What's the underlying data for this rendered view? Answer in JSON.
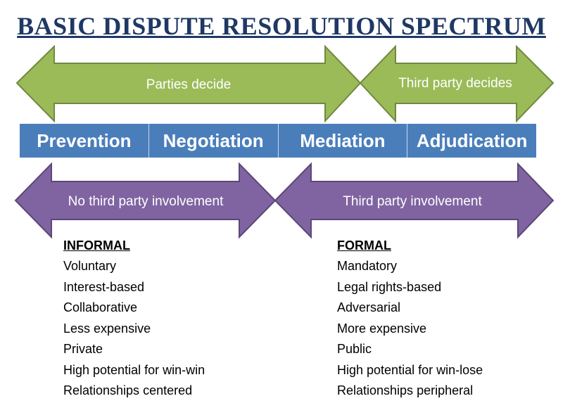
{
  "title": "BASIC DISPUTE RESOLUTION SPECTRUM",
  "top_arrows": {
    "parties": "Parties decide",
    "third_party": "Third party decides"
  },
  "spectrum": [
    "Prevention",
    "Negotiation",
    "Mediation",
    "Adjudication"
  ],
  "bottom_arrows": {
    "no_third_party": "No third party involvement",
    "third_party": "Third party involvement"
  },
  "informal": {
    "heading": "INFORMAL",
    "items": [
      "Voluntary",
      "Interest-based",
      "Collaborative",
      "Less expensive",
      "Private",
      "High potential for win-win",
      "Relationships centered"
    ]
  },
  "formal": {
    "heading": "FORMAL",
    "items": [
      "Mandatory",
      "Legal rights-based",
      "Adversarial",
      "More expensive",
      "Public",
      "High potential for win-lose",
      "Relationships peripheral"
    ]
  },
  "colors": {
    "title": "#1f3864",
    "green_fill": "#9bbb59",
    "green_stroke": "#71893f",
    "blue_bar": "#4a7ebb",
    "purple_fill": "#8064a2",
    "purple_stroke": "#5c4776"
  }
}
